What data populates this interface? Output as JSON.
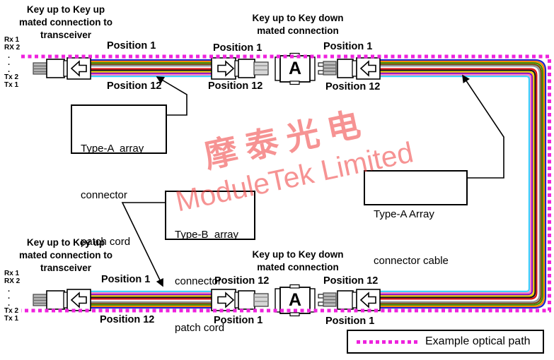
{
  "headers": {
    "top_left": {
      "lines": [
        "Key up to Key up",
        "mated connection to",
        "transceiver"
      ]
    },
    "top_middle": {
      "lines": [
        "Key up to Key down",
        "mated connection"
      ]
    },
    "bottom_left": {
      "lines": [
        "Key up to Key up",
        "mated connection to",
        "transceiver"
      ]
    },
    "bottom_middle": {
      "lines": [
        "Key up to Key down",
        "mated connection"
      ]
    }
  },
  "ports": {
    "rx1": "Rx 1",
    "rx2": "RX 2",
    "dot": "·",
    "tx2": "Tx 2",
    "tx1": "Tx 1"
  },
  "positions": {
    "top_left_above": "Position 1",
    "top_left_below": "Position 12",
    "top_mid_above": "Position 1",
    "top_mid_below": "Position 12",
    "top_right_above": "Position 1",
    "top_right_below": "Position 12",
    "bottom_left_above": "Position 1",
    "bottom_left_below": "Position 12",
    "bottom_mid_above": "Position 12",
    "bottom_mid_below": "Position 1",
    "bottom_right_above": "Position 12",
    "bottom_right_below": "Position 1"
  },
  "adapter": {
    "label": "A"
  },
  "callouts": {
    "type_a_patch": {
      "lines": [
        "Type-A  array",
        "connector",
        "patch cord"
      ]
    },
    "type_b_patch": {
      "lines": [
        "Type-B  array",
        "connector",
        "patch cord"
      ]
    },
    "type_a_cable": {
      "lines": [
        "Type-A Array",
        "connector cable"
      ]
    }
  },
  "legend": {
    "label": "Example optical path"
  },
  "watermark": {
    "line1": "摩泰光电",
    "line2": "ModuleTek Limited"
  },
  "colors": {
    "optical_path": "#EE22DD",
    "watermark_red": "#F03C3C",
    "fiber_colors": [
      "#2222CC",
      "#FF8800",
      "#3D8E00",
      "#7B4A12",
      "#8C98A4",
      "#FFFFFF",
      "#DD1111",
      "#141414",
      "#EDD500",
      "#8F13C4",
      "#FF85C2",
      "#3FD2FF"
    ]
  }
}
